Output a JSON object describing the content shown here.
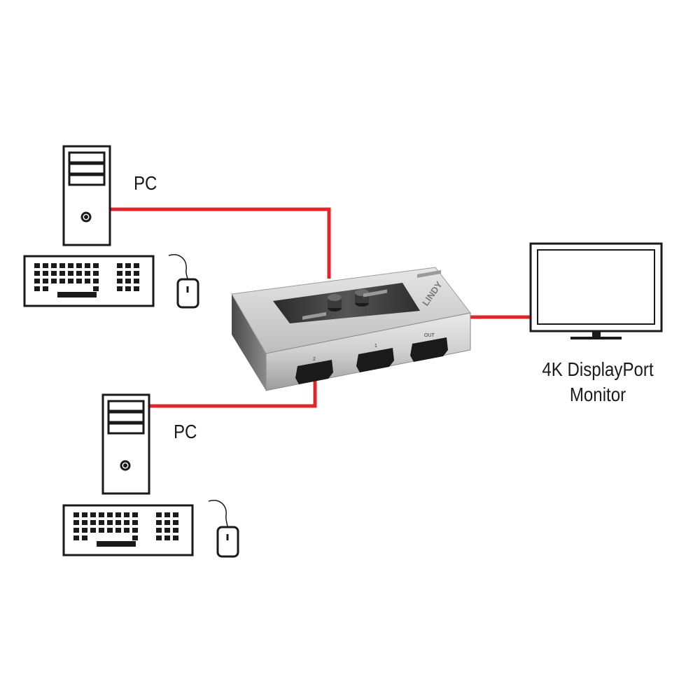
{
  "labels": {
    "pc_top": "PC",
    "pc_bottom": "PC",
    "monitor_line1": "4K DisplayPort",
    "monitor_line2": "Monitor"
  },
  "switch": {
    "brand": "LINDY",
    "port_labels": {
      "port2": "2",
      "port1": "1",
      "out": "OUT"
    }
  },
  "colors": {
    "cable": "#e0262b",
    "outline": "#1a1a1a",
    "switch_body": "#c9c9c9",
    "switch_panel": "#3d3d3d"
  }
}
